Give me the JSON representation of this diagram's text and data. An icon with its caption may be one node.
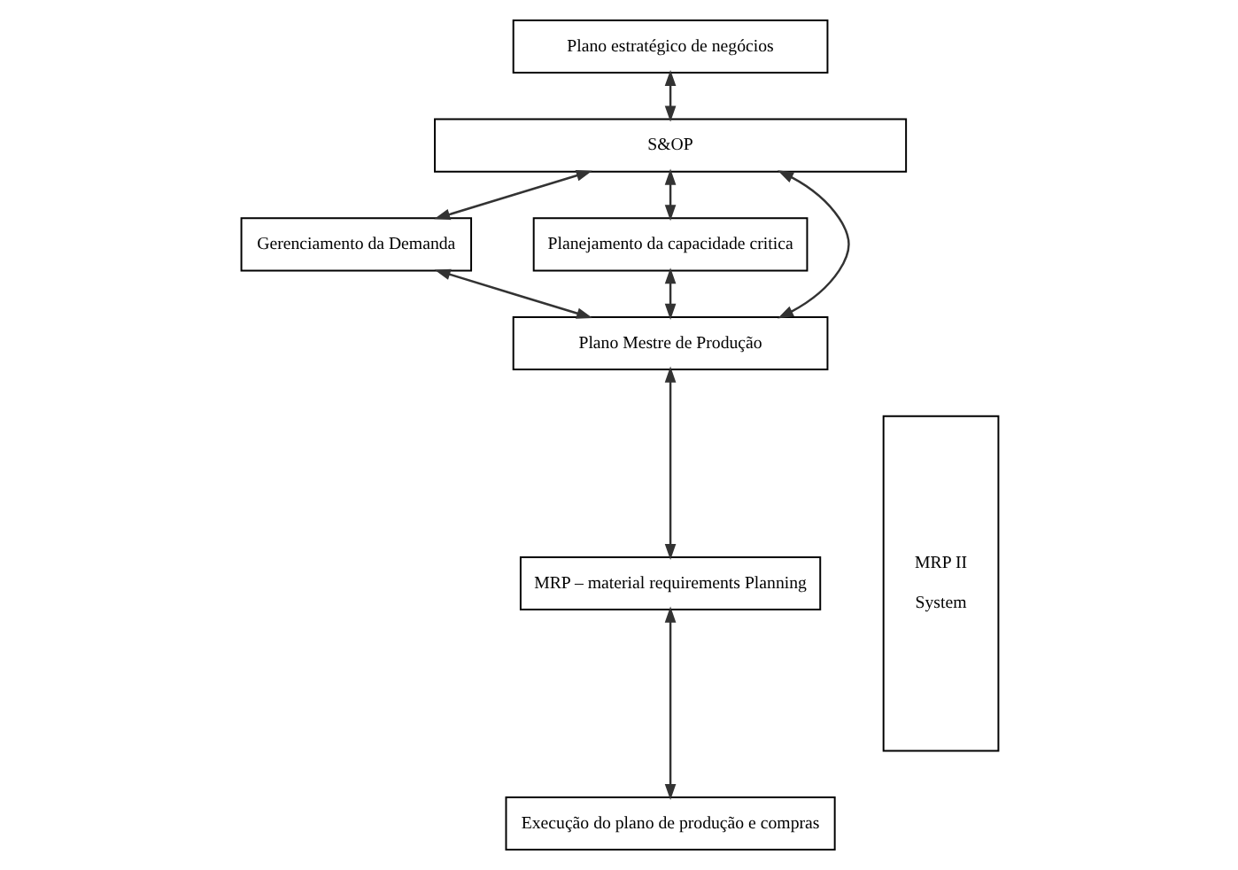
{
  "diagram": {
    "nodes": [
      {
        "text": [
          "Plano estratégico de negócios"
        ]
      },
      {
        "text": [
          "S&OP"
        ]
      },
      {
        "text": [
          "Gerenciamento da Demanda"
        ]
      },
      {
        "text": [
          "Planejamento da capacidade critica"
        ]
      },
      {
        "text": [
          "Plano Mestre de Produção"
        ]
      },
      {
        "text": [
          "MRP – material requirements Planning"
        ]
      },
      {
        "text": [
          "Execução do plano de produção e compras"
        ]
      },
      {
        "text": [
          "MRP II",
          "System"
        ]
      }
    ],
    "edges": [
      {
        "from": 0,
        "to": 1,
        "arrow": "both"
      },
      {
        "from": 1,
        "to": 2,
        "arrow": "both"
      },
      {
        "from": 1,
        "to": 4,
        "arrow": "both"
      },
      {
        "from": 1,
        "to": 3,
        "arrow": "both"
      },
      {
        "from": 2,
        "to": 4,
        "arrow": "both"
      },
      {
        "from": 3,
        "to": 4,
        "arrow": "both"
      },
      {
        "from": 4,
        "to": 5,
        "arrow": "both"
      },
      {
        "from": 5,
        "to": 6,
        "arrow": "both"
      }
    ]
  }
}
